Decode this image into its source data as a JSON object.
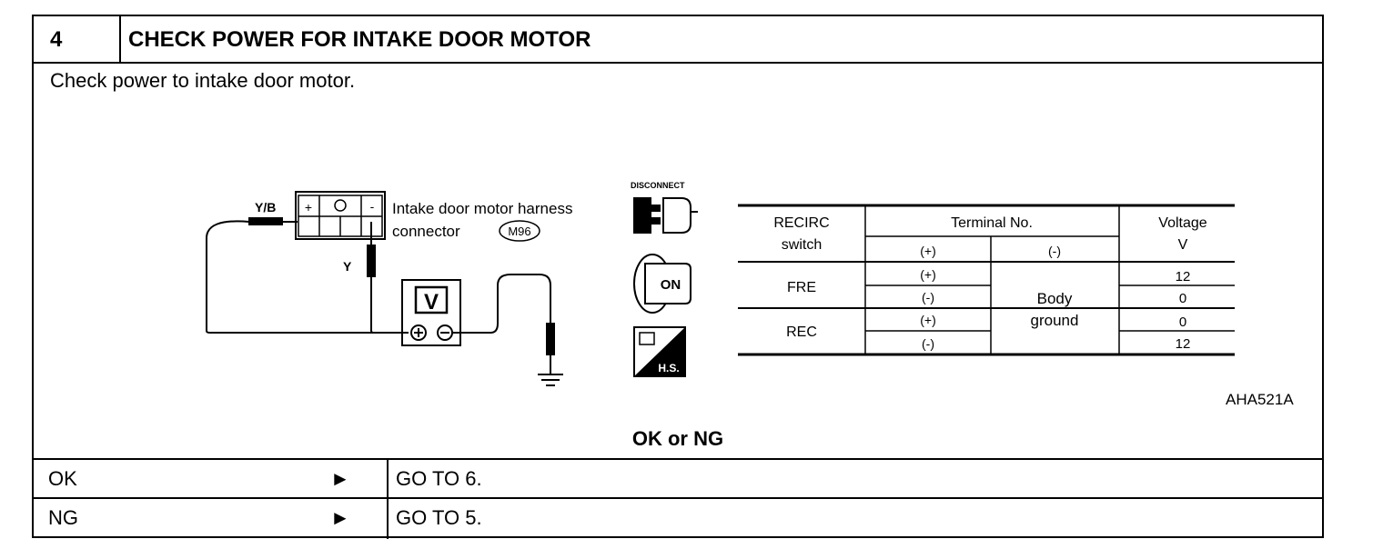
{
  "step": {
    "number": "4",
    "title": "CHECK POWER FOR INTAKE DOOR MOTOR",
    "instruction": "Check power to intake door motor."
  },
  "diagram": {
    "wire_yb": "Y/B",
    "wire_y": "Y",
    "harness_label_1": "Intake door motor harness",
    "harness_label_2": "connector",
    "connector_id": "M96",
    "connector_plus": "+",
    "connector_circle": "O",
    "connector_minus": "-",
    "meter_label": "V",
    "icon_disconnect": "DISCONNECT",
    "icon_on": "ON",
    "icon_hs": "H.S."
  },
  "voltage_table": {
    "col_switch_1": "RECIRC",
    "col_switch_2": "switch",
    "col_terminal": "Terminal No.",
    "col_plus": "(+)",
    "col_minus": "(-)",
    "col_voltage_1": "Voltage",
    "col_voltage_2": "V",
    "body_ground_1": "Body",
    "body_ground_2": "ground",
    "rows": [
      {
        "switch": "FRE",
        "terminal": "(+)",
        "voltage": "12"
      },
      {
        "switch": "",
        "terminal": "(-)",
        "voltage": "0"
      },
      {
        "switch": "REC",
        "terminal": "(+)",
        "voltage": "0"
      },
      {
        "switch": "",
        "terminal": "(-)",
        "voltage": "12"
      }
    ]
  },
  "figure_id": "AHA521A",
  "result": {
    "question": "OK or NG",
    "arrow": "►",
    "ok_label": "OK",
    "ok_action": "GO TO 6.",
    "ng_label": "NG",
    "ng_action": "GO TO 5."
  }
}
